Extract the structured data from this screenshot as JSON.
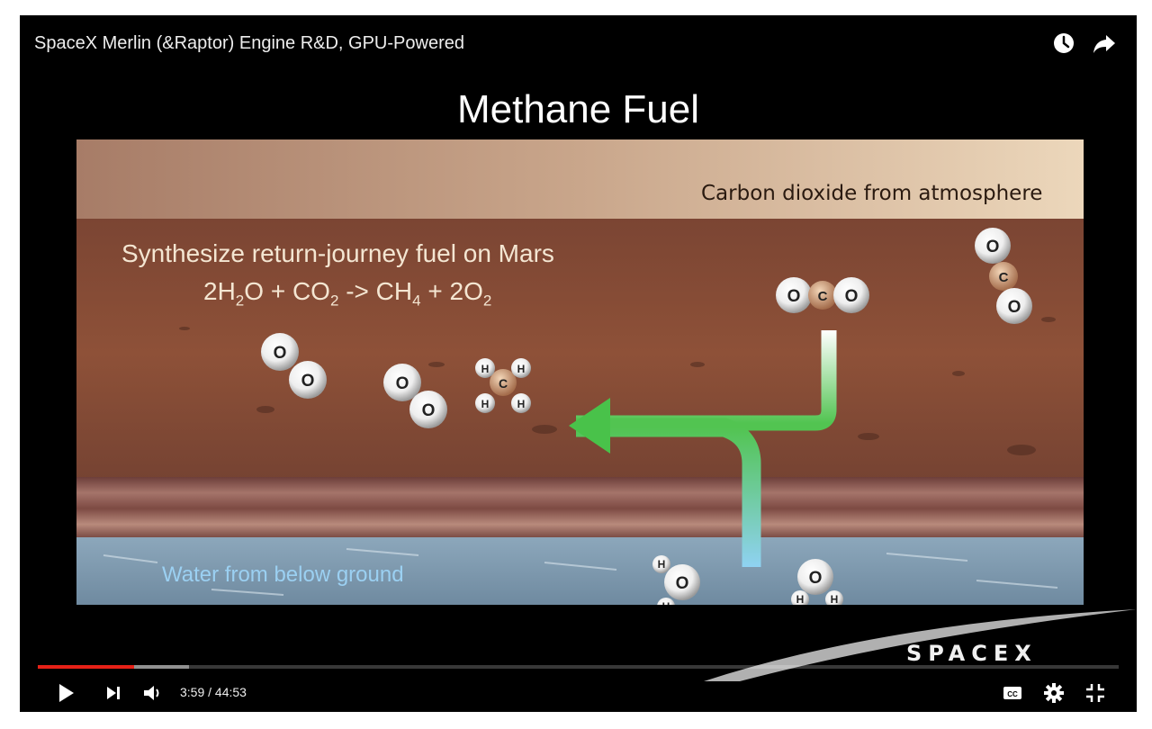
{
  "player": {
    "video_title": "SpaceX Merlin (&Raptor) Engine R&D, GPU-Powered",
    "icons": {
      "watch_later": "clock-icon",
      "share": "share-arrow-icon"
    },
    "slide": {
      "title": "Methane Fuel",
      "co2_label": "Carbon dioxide from atmosphere",
      "synth_label": "Synthesize return-journey  fuel on Mars",
      "equation": {
        "part1": "2H",
        "sub1": "2",
        "part2": "O + CO",
        "sub2": "2",
        "part3": " -> CH",
        "sub3": "4",
        "part4": " + 2O",
        "sub4": "2"
      },
      "water_label": "Water from below ground",
      "atoms": {
        "oxygen": "O",
        "carbon": "C",
        "hydrogen": "H"
      },
      "colors": {
        "sky": "#e3cbae",
        "ground": "#8a4f36",
        "arrow_green": "#49c24a",
        "water_arrow": "#8fd2f2",
        "water_layer": "#8ea6b8"
      }
    },
    "logo": "SPACEX",
    "progress": {
      "played_fraction": 0.089,
      "buffered_fraction": 0.14,
      "color_played": "#e62117"
    },
    "controls": {
      "time_current": "3:59",
      "time_separator": " / ",
      "time_total": "44:53",
      "icons": {
        "play": "play-icon",
        "next": "next-icon",
        "volume": "volume-icon",
        "cc": "closed-captions-icon",
        "settings": "gear-icon",
        "exit_fullscreen": "exit-fullscreen-icon"
      }
    }
  }
}
